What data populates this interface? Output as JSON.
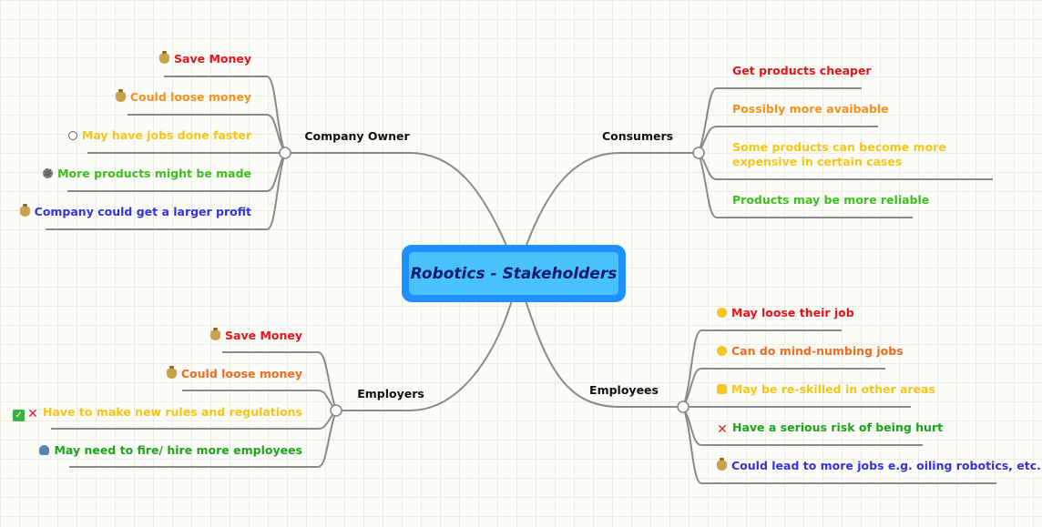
{
  "central": {
    "title": "Robotics - Stakeholders"
  },
  "colors": {
    "connector": "#8a8a8a",
    "central_border": "#1e90ff",
    "central_fill": "#49c2fb",
    "central_text": "#0a1a6e",
    "red": "#e8131b",
    "orange": "#f7901e",
    "dark_orange": "#f26b1d",
    "yellow": "#f5c518",
    "green": "#3fbf1f",
    "dark_green": "#1aa51a",
    "blue": "#3333dd"
  },
  "branches": {
    "company_owner": {
      "label": "Company Owner",
      "items": [
        {
          "icon": "money-bag-icon",
          "text": "Save Money",
          "color": "#e8131b"
        },
        {
          "icon": "money-bag-icon",
          "text": "Could loose money",
          "color": "#f7901e"
        },
        {
          "icon": "clock-icon",
          "text": "May have jobs done faster",
          "color": "#f5c518"
        },
        {
          "icon": "gear-icon",
          "text": "More products might be made",
          "color": "#3fbf1f"
        },
        {
          "icon": "money-bag-icon",
          "text": "Company could get a larger profit",
          "color": "#3333dd"
        }
      ]
    },
    "consumers": {
      "label": "Consumers",
      "items": [
        {
          "text": "Get products cheaper",
          "color": "#e8131b"
        },
        {
          "text": "Possibly more avaibable",
          "color": "#f7901e"
        },
        {
          "text": "Some products can become more expensive in certain cases",
          "color": "#f5c518"
        },
        {
          "text": "Products may be more reliable",
          "color": "#3fbf1f"
        }
      ]
    },
    "employers": {
      "label": "Employers",
      "items": [
        {
          "icon": "money-bag-icon",
          "text": "Save Money",
          "color": "#e8131b"
        },
        {
          "icon": "money-bag-icon",
          "text": "Could loose money",
          "color": "#f26b1d"
        },
        {
          "icon": "check-cross-icon",
          "text": "Have to make new rules and regulations",
          "color": "#f5c518"
        },
        {
          "icon": "user-icon",
          "text": "May need to fire/ hire more employees",
          "color": "#1aa51a"
        }
      ]
    },
    "employees": {
      "label": "Employees",
      "items": [
        {
          "icon": "face-icon",
          "text": "May loose their job",
          "color": "#e8131b"
        },
        {
          "icon": "face-icon",
          "text": "Can do mind-numbing jobs",
          "color": "#f26b1d"
        },
        {
          "icon": "thumbs-up-icon",
          "text": "May be re-skilled in other areas",
          "color": "#f5c518"
        },
        {
          "icon": "cross-icon",
          "text": "Have a serious risk of being hurt",
          "color": "#1aa51a"
        },
        {
          "icon": "money-bag-icon",
          "text": "Could lead to more jobs e.g. oiling robotics, etc.",
          "color": "#3333dd"
        }
      ]
    }
  }
}
